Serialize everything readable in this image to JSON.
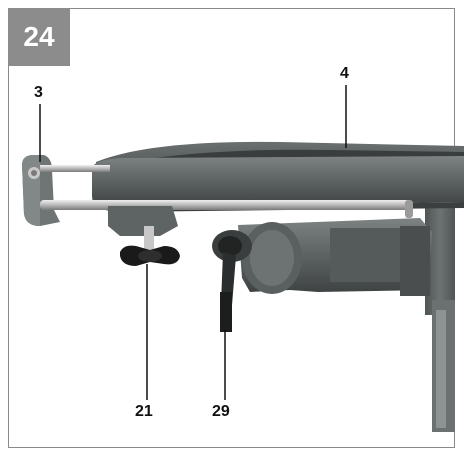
{
  "figure": {
    "number": "24"
  },
  "callouts": {
    "c3": "3",
    "c4": "4",
    "c21": "21",
    "c29": "29"
  },
  "colors": {
    "badge": "#8c8c8c",
    "frame": "#8a8a8a",
    "casting": "#5f6363",
    "rod": "#c9c9c9"
  }
}
